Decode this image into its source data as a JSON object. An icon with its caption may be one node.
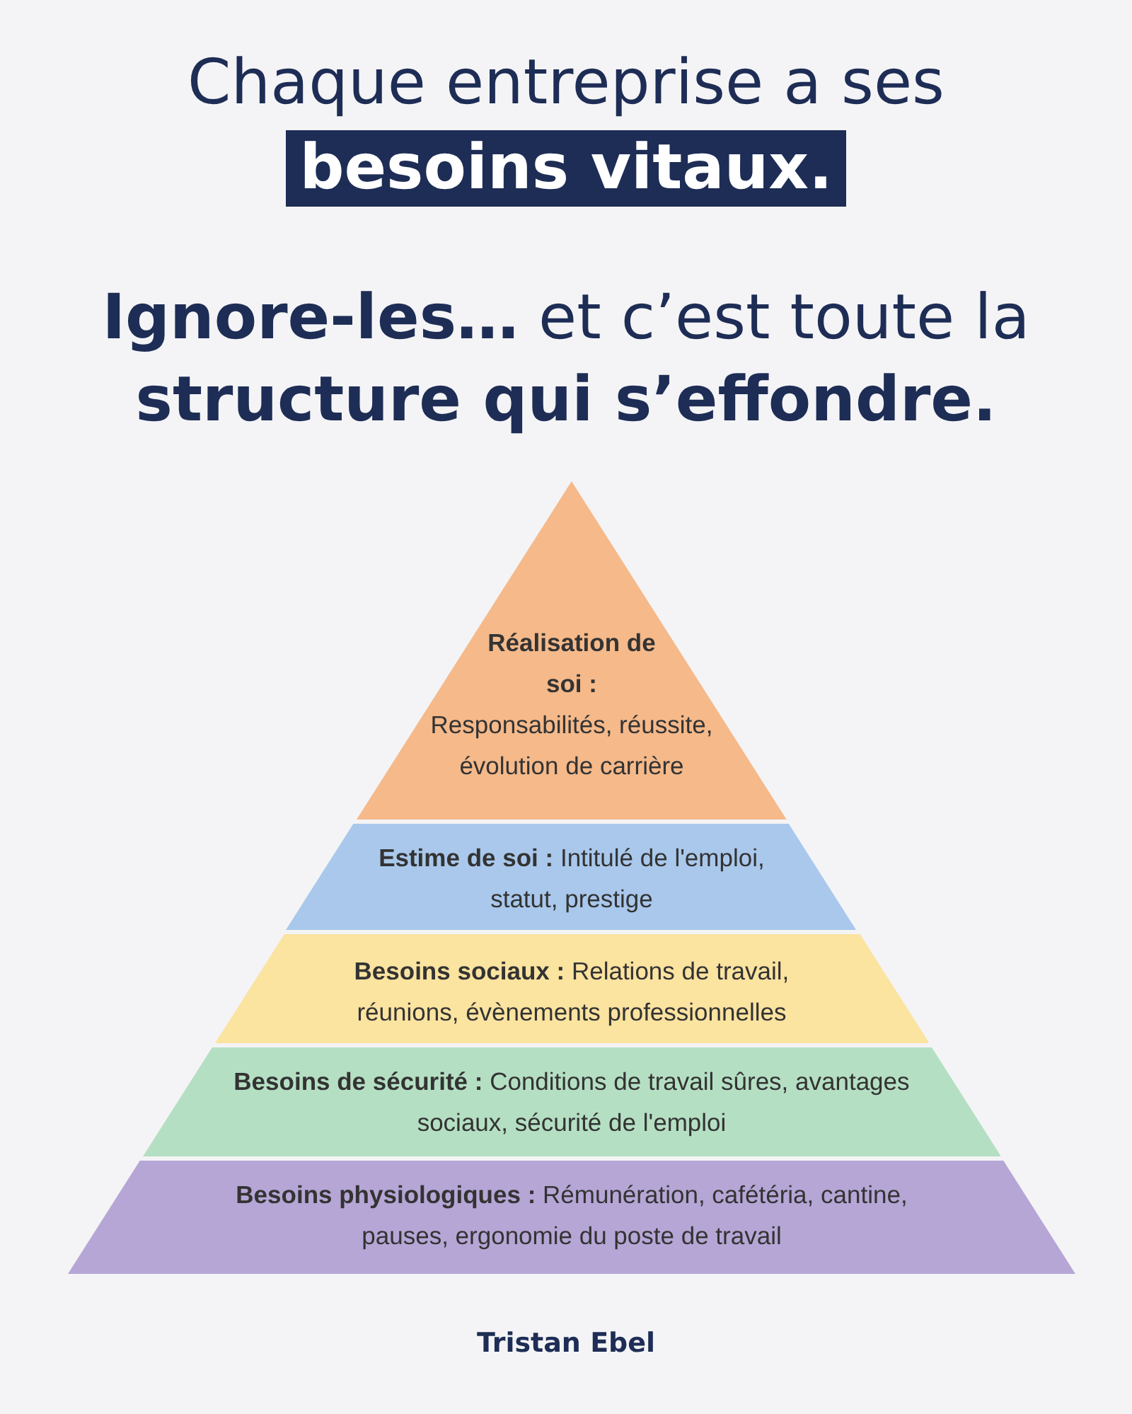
{
  "diagram": {
    "title": "Chaque entreprise a ses **besoins vitaux.**",
    "caption": "Tristan Ebel",
    "labels": [
      "**Ignore-les…** et c’est toute la **structure qui s’effondre.**"
    ],
    "nodes": [
      {
        "text": [
          "Réalisation de soi :",
          "Responsabilités, réussite, évolution de carrière"
        ]
      },
      {
        "text": [
          "**Estime de soi :** Intitulé de l'emploi, statut, prestige"
        ]
      },
      {
        "text": [
          "**Besoins sociaux :** Relations de travail, réunions, évènements professionnelles"
        ]
      },
      {
        "text": [
          "**Besoins de sécurité :** Conditions de travail sûres, avantages sociaux, sécurité de l'emploi"
        ]
      },
      {
        "text": [
          "**Besoins physiologiques :** Rémunération, cafétéria, cantine, pauses, ergonomie du poste de travail"
        ]
      }
    ],
    "edges": []
  }
}
